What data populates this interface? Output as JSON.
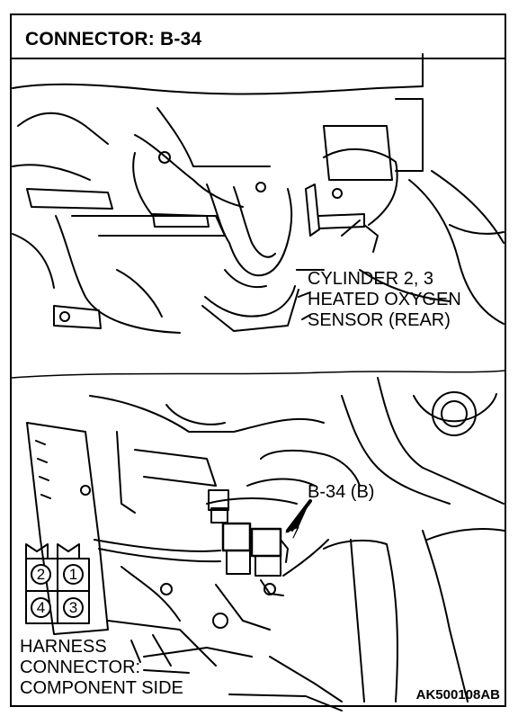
{
  "title": "CONNECTOR: B-34",
  "sensor_label": {
    "line1": "CYLINDER 2, 3",
    "line2": "HEATED OXYGEN",
    "line3": "SENSOR (REAR)"
  },
  "connector_callout": "B-34 (B)",
  "pinout": {
    "pins": [
      "2",
      "1",
      "4",
      "3"
    ]
  },
  "harness_label": {
    "line1": "HARNESS",
    "line2": "CONNECTOR:",
    "line3": "COMPONENT SIDE"
  },
  "figure_code": "AK500108AB"
}
